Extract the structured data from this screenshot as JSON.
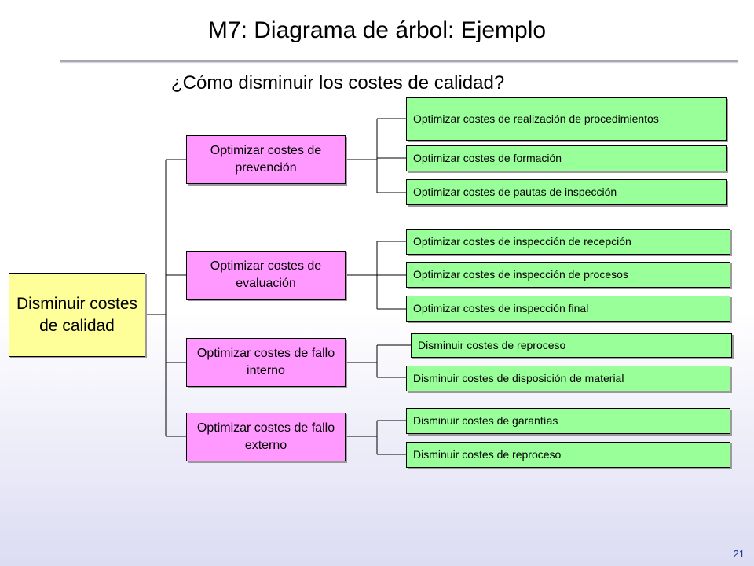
{
  "title": "M7: Diagrama de árbol: Ejemplo",
  "question": "¿Cómo disminuir los costes de calidad?",
  "root": {
    "label": "Disminuir costes de calidad"
  },
  "branches": [
    {
      "label": "Optimizar costes de prevención",
      "leaves": [
        "Optimizar costes de realización de procedimientos",
        "Optimizar costes de formación",
        "Optimizar costes de pautas de inspección"
      ]
    },
    {
      "label": "Optimizar costes de evaluación",
      "leaves": [
        "Optimizar costes de inspección de recepción",
        "Optimizar costes de inspección de procesos",
        "Optimizar costes de inspección final"
      ]
    },
    {
      "label": "Optimizar costes de fallo interno",
      "leaves": [
        "Disminuir costes de reproceso",
        "Disminuir costes de disposición de material"
      ]
    },
    {
      "label": "Optimizar costes de fallo externo",
      "leaves": [
        "Disminuir costes de garantías",
        "Disminuir costes de reproceso"
      ]
    }
  ],
  "page_number": "21",
  "colors": {
    "root_fill": "#ffff99",
    "branch_fill": "#ff99ff",
    "leaf_fill": "#99ff99",
    "page_number": "#1f3a9a"
  }
}
